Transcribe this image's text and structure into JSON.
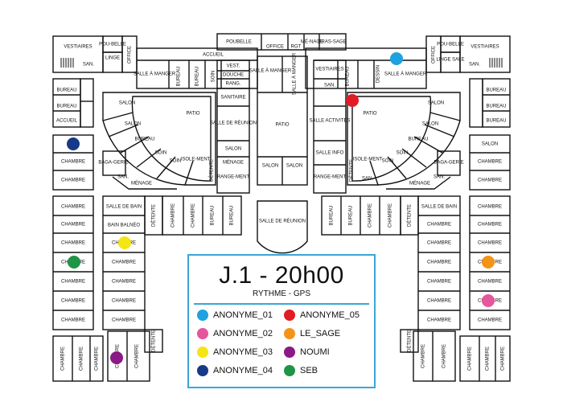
{
  "title": "J.1 - 20h00",
  "subtitle": "RYTHME - GPS",
  "legend": [
    {
      "name": "ANONYME_01",
      "color": "#1fa2e0"
    },
    {
      "name": "ANONYME_02",
      "color": "#e5569c"
    },
    {
      "name": "ANONYME_03",
      "color": "#f4e514"
    },
    {
      "name": "ANONYME_04",
      "color": "#173a86"
    },
    {
      "name": "ANONYME_05",
      "color": "#e21c24"
    },
    {
      "name": "LE_SAGE",
      "color": "#f39419"
    },
    {
      "name": "NOUMI",
      "color": "#8a1a86"
    },
    {
      "name": "SEB",
      "color": "#1f9446"
    }
  ],
  "markers": [
    {
      "name": "ANONYME_01",
      "color": "#1fa2e0",
      "room": "SALLE À MANGER (droite)"
    },
    {
      "name": "ANONYME_05",
      "color": "#e21c24",
      "room": "PATIO (droite)"
    },
    {
      "name": "ANONYME_04",
      "color": "#173a86",
      "room": "SALON (gauche)"
    },
    {
      "name": "ANONYME_03",
      "color": "#f4e514",
      "room": "CHAMBRE"
    },
    {
      "name": "SEB",
      "color": "#1f9446",
      "room": "CHAMBRE"
    },
    {
      "name": "LE_SAGE",
      "color": "#f39419",
      "room": "CHAMBRE"
    },
    {
      "name": "ANONYME_02",
      "color": "#e5569c",
      "room": "CHAMBRE"
    },
    {
      "name": "NOUMI",
      "color": "#8a1a86",
      "room": "CHAMBRE"
    }
  ],
  "labels": {
    "poubelle": "POUBELLE",
    "office": "OFFICE",
    "rgt": "RGT",
    "menage": "MÉNAGE",
    "brassage": "BRASSAGE",
    "menage_top": "MÉ-NAGE",
    "brassage_top": "BRAS-SAGE",
    "accueil": "ACCUEIL",
    "vestiaires": "VESTIAIRES",
    "san": "SAN.",
    "linge": "LINGE",
    "linge_sale": "LINGE SALE",
    "poubelle_small": "POU-BELLE",
    "salle_a_manger": "SALLE À MANGER",
    "bureau": "BUREAU",
    "soin": "SOIN",
    "vest": "VEST.",
    "douche": "DOUCHE",
    "rang": "RANG.",
    "sanitaire": "SANITAIRE",
    "salle_de_reunion": "SALLE DE RÉUNION",
    "salon": "SALON",
    "patio": "PATIO",
    "isolement": "ISOLE-MENT",
    "detente": "DÉTENTE",
    "rangement": "RANGE-MENT",
    "bagagerie": "BAGA-GERIE",
    "chambre": "CHAMBRE",
    "salle_de_bain": "SALLE DE BAIN",
    "bain_balneo": "BAIN BALNÉO",
    "dessin": "DESSIN",
    "salle_activites": "SALLE ACTIVITÉS",
    "salle_info": "SALLE INFO"
  }
}
